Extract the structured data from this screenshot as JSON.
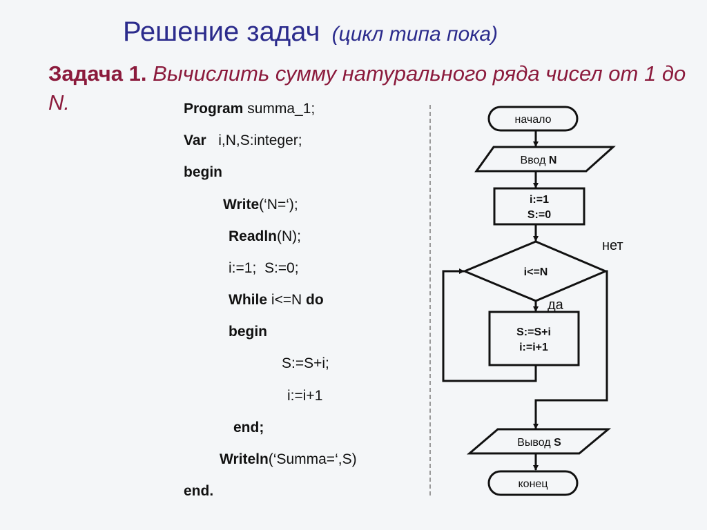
{
  "title": {
    "main": "Решение задач",
    "sub": "(цикл типа пока)"
  },
  "task": {
    "label": "Задача 1.",
    "text": "Вычислить сумму натурального ряда чисел от 1 до N."
  },
  "code": [
    {
      "kw": "Program",
      "rest": " summa_1;"
    },
    {
      "kw": "Var",
      "rest": "   i,N,S:integer;"
    },
    {
      "kw": "begin",
      "rest": ""
    },
    {
      "kw": "Write",
      "rest": "(‘N=‘);"
    },
    {
      "kw": "Readln",
      "rest": "(N);"
    },
    {
      "kw": "",
      "rest": "i:=1;  S:=0;"
    },
    {
      "kw": "While",
      "rest": " i<=N ",
      "kw2": "do"
    },
    {
      "kw": "begin",
      "rest": ""
    },
    {
      "kw": "",
      "rest": "S:=S+i;"
    },
    {
      "kw": "",
      "rest": "i:=i+1"
    },
    {
      "kw": "end;",
      "rest": ""
    },
    {
      "kw": "Writeln",
      "rest": "(‘Summa=‘,S)"
    },
    {
      "kw": "end.",
      "rest": ""
    }
  ],
  "flowchart": {
    "start": "начало",
    "input": {
      "label": "Ввод",
      "var": "N"
    },
    "init": [
      "i:=1",
      "S:=0"
    ],
    "condition": "i<=N",
    "yes": "да",
    "no": "нет",
    "body": [
      "S:=S+i",
      "i:=i+1"
    ],
    "output": {
      "label": "Вывод",
      "var": "S"
    },
    "end": "конец"
  }
}
